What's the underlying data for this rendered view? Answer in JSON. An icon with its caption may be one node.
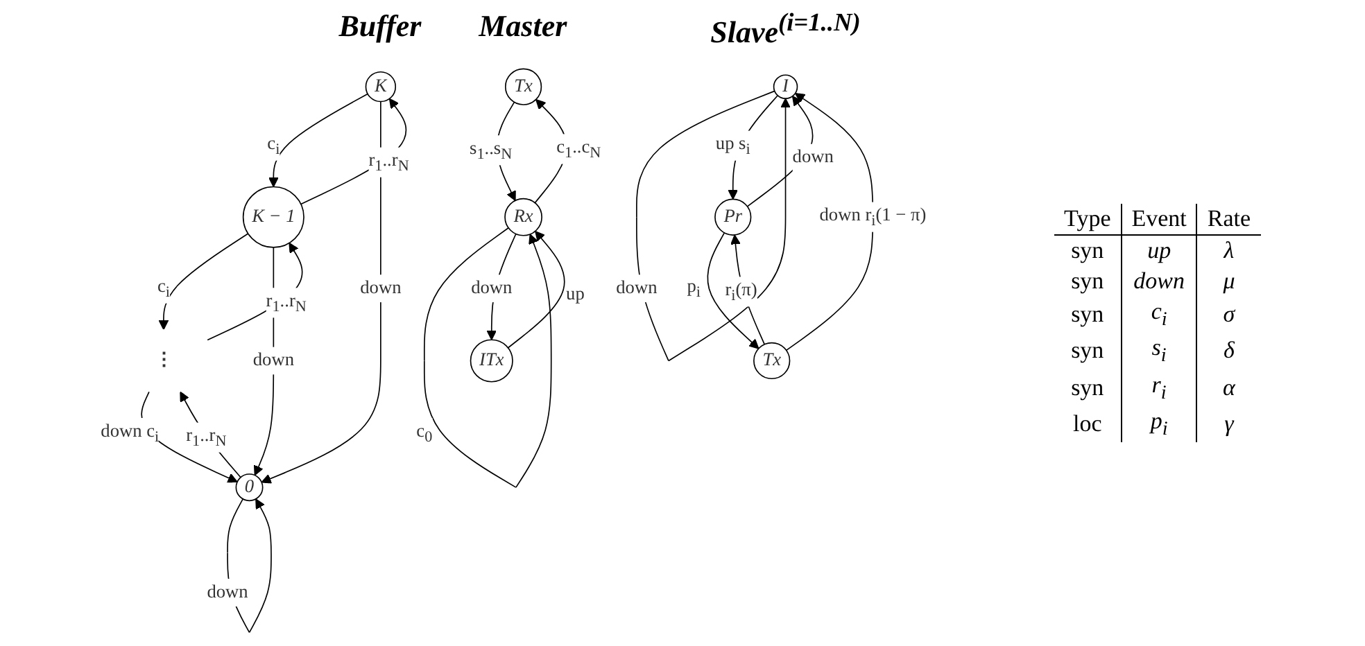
{
  "diagram": {
    "nodes": [
      {
        "text": [
          "Tx"
        ]
      },
      {
        "text": [
          "Rx"
        ]
      },
      {
        "text": [
          "ITx"
        ]
      },
      {
        "text": [
          "K"
        ]
      },
      {
        "text": [
          "K − 1"
        ]
      },
      {
        "text": [
          "⋮"
        ]
      },
      {
        "text": [
          "0"
        ]
      },
      {
        "text": [
          "I"
        ]
      },
      {
        "text": [
          "Pr"
        ]
      },
      {
        "text": [
          "Tx"
        ]
      }
    ],
    "edges": [
      {
        "from": 1,
        "to": 0,
        "arrow": "to",
        "label": "c$_{1}$..c$_{N}$"
      },
      {
        "from": 0,
        "to": 1,
        "arrow": "to",
        "label": "s$_{1}$..s$_{N}$"
      },
      {
        "from": 1,
        "to": 1,
        "arrow": "to",
        "label": "c$_{0}$"
      },
      {
        "from": 2,
        "to": 1,
        "arrow": "to",
        "label": "up"
      },
      {
        "from": 1,
        "to": 2,
        "arrow": "to",
        "label": "down"
      },
      {
        "from": 4,
        "to": 3,
        "arrow": "to",
        "label": "r$_{1}$..r$_{N}$"
      },
      {
        "from": 3,
        "to": 4,
        "arrow": "to",
        "label": "c$_{i}$"
      },
      {
        "from": 5,
        "to": 4,
        "arrow": "to",
        "label": "r$_{1}$..r$_{N}$"
      },
      {
        "from": 4,
        "to": 5,
        "arrow": "to",
        "label": "c$_{i}$"
      },
      {
        "from": 6,
        "to": 5,
        "arrow": "to",
        "label": "r$_{1}$..r$_{N}$"
      },
      {
        "from": 5,
        "to": 6,
        "arrow": "to",
        "label": "down c$_{i}$"
      },
      {
        "from": 3,
        "to": 6,
        "arrow": "to",
        "label": "down"
      },
      {
        "from": 4,
        "to": 6,
        "arrow": "to",
        "label": "down"
      },
      {
        "from": 6,
        "to": 6,
        "arrow": "to",
        "label": "down"
      },
      {
        "from": 7,
        "to": 7,
        "arrow": "to",
        "label": "down"
      },
      {
        "from": 8,
        "to": 7,
        "arrow": "to",
        "label": "down"
      },
      {
        "from": 7,
        "to": 8,
        "arrow": "to",
        "label": "up s$_{i}$"
      },
      {
        "from": 9,
        "to": 8,
        "arrow": "to",
        "label": "r$_{i}$(π)"
      },
      {
        "from": 8,
        "to": 9,
        "arrow": "to",
        "label": "p$_{i}$"
      },
      {
        "from": 9,
        "to": 7,
        "arrow": "to",
        "label": "down r$_{i}$(1 − π)"
      }
    ],
    "labels": [
      "Master",
      "Buffer",
      "Slave$^{(i=1..N)}$",
      "Type",
      "Event",
      "Rate",
      "syn",
      "up",
      "λ",
      "syn",
      "down",
      "μ",
      "syn",
      "c$_{i}$",
      "σ",
      "syn",
      "s$_{i}$",
      "δ",
      "syn",
      "r$_{i}$",
      "α",
      "loc",
      "p$_{i}$",
      "γ"
    ]
  }
}
